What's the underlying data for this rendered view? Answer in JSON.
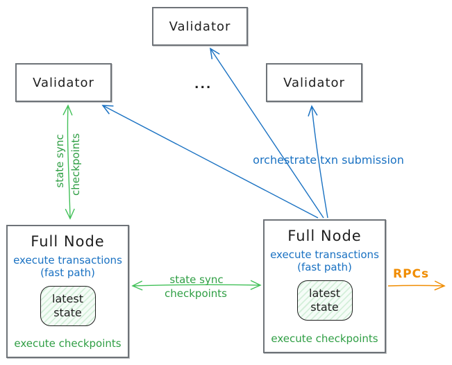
{
  "colors": {
    "blue": "#1971c2",
    "green_text": "#2f9e44",
    "green_arrow": "#40c057",
    "orange": "#f08c00",
    "black": "#1e1e1e",
    "box_border": "#6e7378",
    "state_fill": "#d4efda"
  },
  "nodes": {
    "validator_top": {
      "label": "Validator"
    },
    "validator_left": {
      "label": "Validator"
    },
    "validator_right": {
      "label": "Validator"
    },
    "ellipsis": "...",
    "fullnode_left": {
      "title": "Full Node",
      "exec_transactions": "execute transactions",
      "fast_path": "(fast path)",
      "latest": "latest",
      "state": "state",
      "exec_checkpoints": "execute checkpoints"
    },
    "fullnode_right": {
      "title": "Full Node",
      "exec_transactions": "execute transactions",
      "fast_path": "(fast path)",
      "latest": "latest",
      "state": "state",
      "exec_checkpoints": "execute checkpoints"
    }
  },
  "edges": {
    "vertical_state_sync": {
      "line1": "state sync",
      "line2": "checkpoints"
    },
    "horizontal_state_sync": {
      "line1": "state sync",
      "line2": "checkpoints"
    },
    "orchestrate": {
      "label": "orchestrate txn submission"
    },
    "rpcs": {
      "label": "RPCs"
    }
  }
}
